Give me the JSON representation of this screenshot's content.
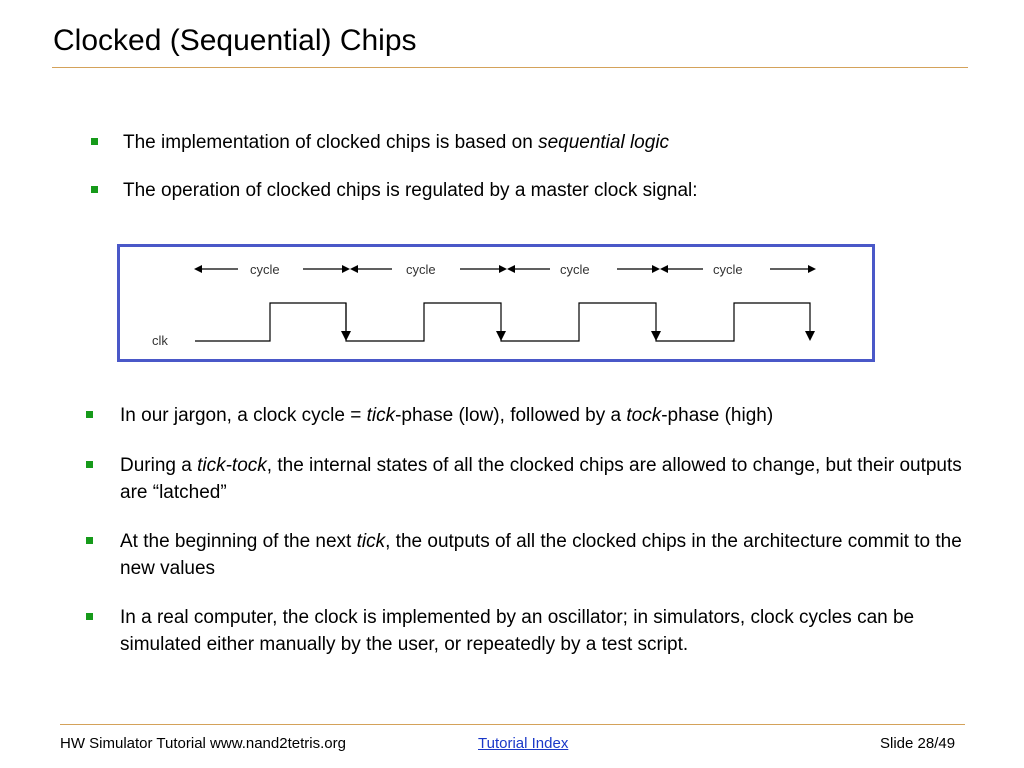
{
  "slide": {
    "title": "Clocked (Sequential) Chips"
  },
  "bullets_top": [
    {
      "pre": "The implementation of clocked chips is based on ",
      "em": "sequential logic",
      "post": ""
    },
    {
      "text": "The operation of clocked chips is regulated by a master clock signal:"
    }
  ],
  "clock_diagram": {
    "cycle_labels": [
      "cycle",
      "cycle",
      "cycle",
      "cycle"
    ],
    "signal_label": "clk"
  },
  "bullets_bottom": [
    {
      "p1": "In our jargon, a clock cycle = ",
      "e1": "tick",
      "p2": "-phase (low), followed by a ",
      "e2": "tock",
      "p3": "-phase (high)"
    },
    {
      "p1": "During a ",
      "e1": "tick-tock",
      "p2": ", the internal states of all the clocked chips are allowed to change, but their outputs are “latched”"
    },
    {
      "p1": "At the beginning of the next ",
      "e1": "tick",
      "p2": ", the outputs of all the clocked chips in the architecture commit to the new values"
    },
    {
      "text": "In a real computer, the clock is implemented by an oscillator; in simulators, clock cycles can be simulated either manually by the user, or repeatedly by a test script."
    }
  ],
  "footer": {
    "left": "HW Simulator Tutorial www.nand2tetris.org",
    "link": "Tutorial Index",
    "right": "Slide 28/49"
  },
  "colors": {
    "bullet": "#169a1a",
    "rule": "#d4a25a",
    "diagram_border": "#4a58c8",
    "link": "#1a38c8"
  }
}
